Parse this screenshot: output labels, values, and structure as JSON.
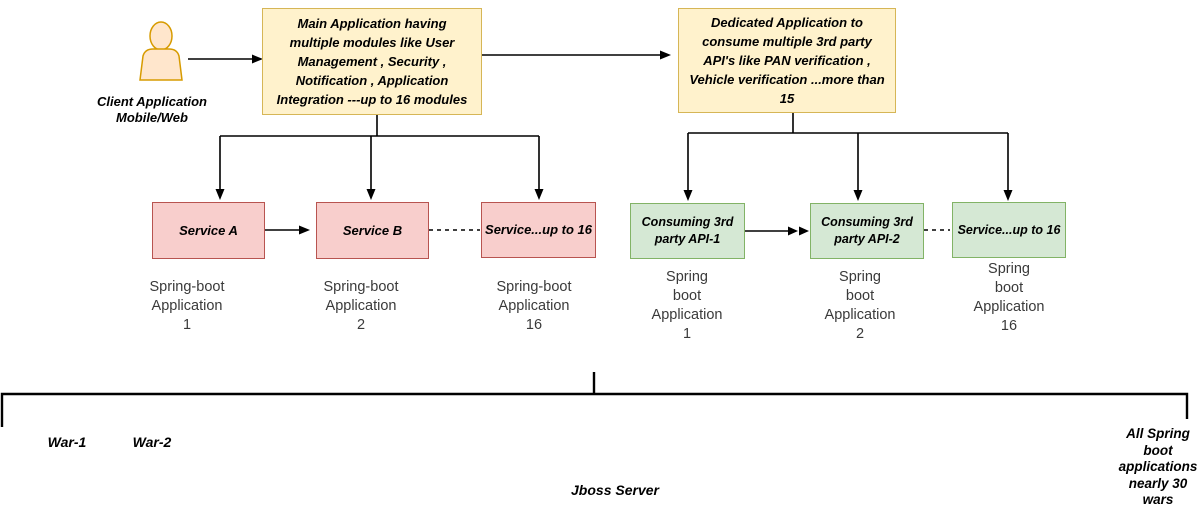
{
  "colors": {
    "yellow_fill": "#FFF2CC",
    "yellow_stroke": "#D6B656",
    "pink_fill": "#F8CECC",
    "pink_stroke": "#B85450",
    "green_fill": "#D5E8D4",
    "green_stroke": "#82B366",
    "actor_fill": "#FFE6CC",
    "actor_stroke": "#D79B00",
    "line_color": "#000000"
  },
  "actor": {
    "label_lines": [
      "Client Application",
      "Mobile/Web"
    ]
  },
  "main_app": {
    "lines": [
      "Main Application having",
      "multiple modules like User",
      "Management , Security ,",
      "Notification , Application",
      "Integration ---up to 16 modules"
    ]
  },
  "dedicated_app": {
    "lines": [
      "Dedicated Application to",
      "consume multiple 3rd party",
      "API's like PAN verification ,",
      "Vehicle verification ...more than",
      "15"
    ]
  },
  "services": [
    {
      "title": "Service A",
      "caption": [
        "Spring-boot",
        "Application",
        "1"
      ]
    },
    {
      "title": "Service B",
      "caption": [
        "Spring-boot",
        "Application",
        "2"
      ]
    },
    {
      "title": "Service...up to 16",
      "caption": [
        "Spring-boot",
        "Application",
        "16"
      ]
    }
  ],
  "consumers": [
    {
      "title_lines": [
        "Consuming 3rd",
        "party API-1"
      ],
      "caption": [
        "Spring",
        "boot",
        "Application",
        "1"
      ]
    },
    {
      "title_lines": [
        "Consuming 3rd",
        "party API-2"
      ],
      "caption": [
        "Spring",
        "boot",
        "Application",
        "2"
      ]
    },
    {
      "title_lines": [
        "Service...up to 16"
      ],
      "caption": [
        "Spring",
        "boot",
        "Application",
        "16"
      ]
    }
  ],
  "bottom": {
    "war1": "War-1",
    "war2": "War-2",
    "server": "Jboss Server",
    "note_lines": [
      "All Spring",
      "boot",
      "applications",
      "nearly 30",
      "wars"
    ]
  }
}
